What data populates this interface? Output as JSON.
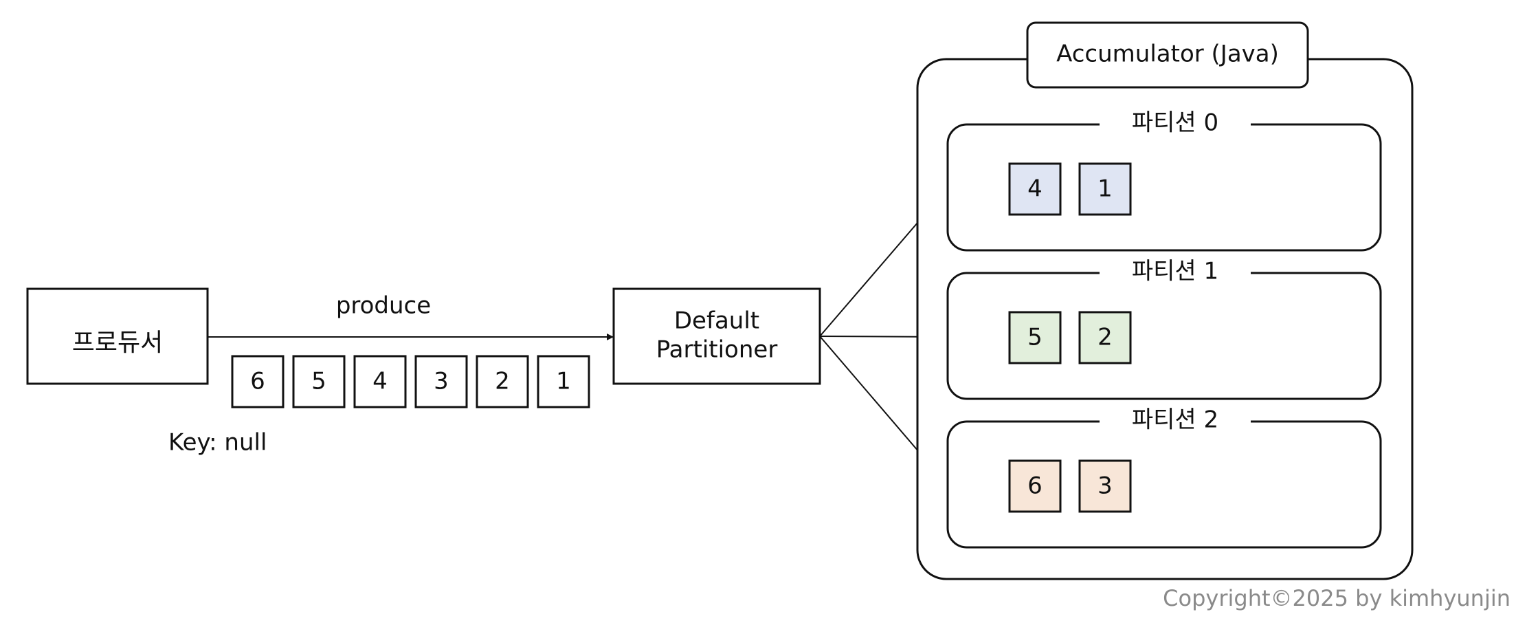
{
  "producer": {
    "label": "프로듀서"
  },
  "produce_label": "produce",
  "key_label": "Key: null",
  "queue_records": [
    "6",
    "5",
    "4",
    "3",
    "2",
    "1"
  ],
  "partitioner": {
    "line1": "Default",
    "line2": "Partitioner"
  },
  "accumulator": {
    "title": "Accumulator (Java)"
  },
  "partitions": [
    {
      "label": "파티션 0",
      "records": [
        "4",
        "1"
      ],
      "color": "#dfe5f3"
    },
    {
      "label": "파티션 1",
      "records": [
        "5",
        "2"
      ],
      "color": "#e2efdc"
    },
    {
      "label": "파티션 2",
      "records": [
        "6",
        "3"
      ],
      "color": "#f8e6d8"
    }
  ],
  "copyright": "Copyright©2025 by kimhyunjin",
  "colors": {
    "stroke": "#111111",
    "copyright": "#8a8a8a"
  }
}
